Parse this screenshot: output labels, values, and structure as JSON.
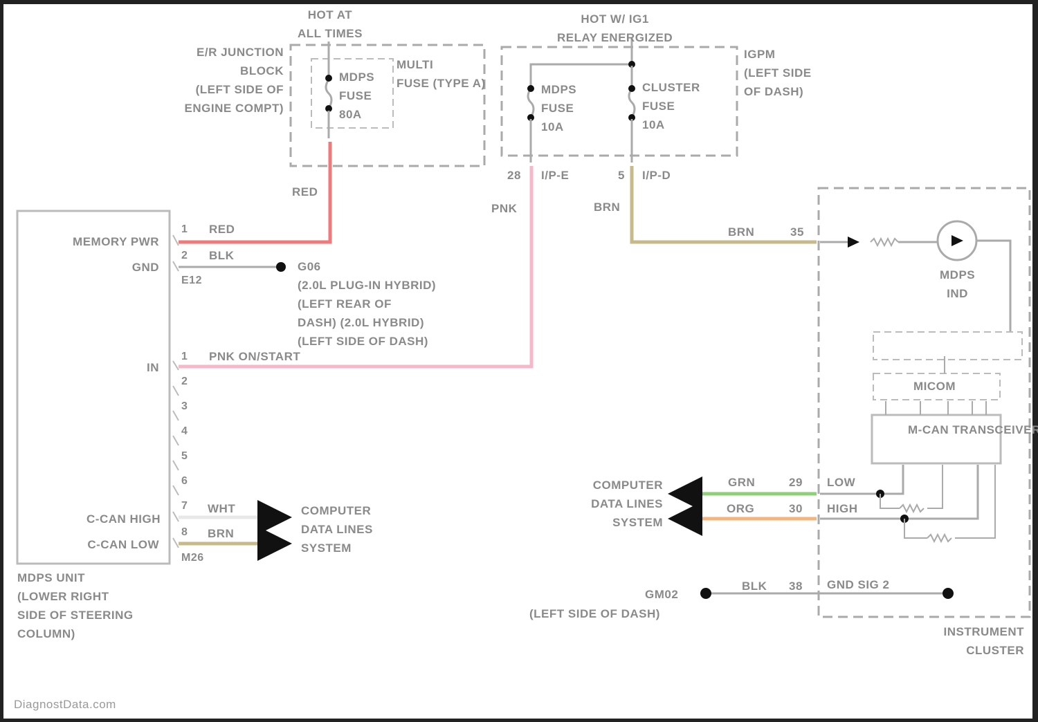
{
  "diagram": {
    "title_hot_at_all_times": "HOT AT\nALL TIMES",
    "title_hot_relay": "HOT W/ IG1\nRELAY ENERGIZED",
    "er_junction": "E/R JUNCTION\nBLOCK\n(LEFT SIDE OF\nENGINE COMPT)",
    "multi_fuse": "MULTI\nFUSE (TYPE A)",
    "mdps_fuse_80a": "MDPS\nFUSE\n80A",
    "mdps_fuse_10a": "MDPS\nFUSE\n10A",
    "cluster_fuse_10a": "CLUSTER\nFUSE\n10A",
    "igpm": "IGPM\n(LEFT SIDE\nOF DASH)",
    "conn_ip_e_pin": "28",
    "conn_ip_e": "I/P-E",
    "conn_ip_d_pin": "5",
    "conn_ip_d": "I/P-D",
    "wire_red_top": "RED",
    "wire_pnk_vertical": "PNK",
    "wire_brn_vertical": "BRN",
    "mdps_unit": {
      "pins": [
        {
          "num": "1",
          "label": "MEMORY PWR",
          "wire": "RED"
        },
        {
          "num": "2",
          "label": "GND",
          "wire": "BLK"
        },
        {
          "num": "1",
          "label": "IN",
          "wire": "PNK ON/START"
        },
        {
          "num": "2"
        },
        {
          "num": "3"
        },
        {
          "num": "4"
        },
        {
          "num": "5"
        },
        {
          "num": "6"
        },
        {
          "num": "7",
          "label": "C-CAN HIGH",
          "wire": "WHT"
        },
        {
          "num": "8",
          "label": "C-CAN LOW",
          "wire": "BRN"
        }
      ],
      "conn_e12": "E12",
      "conn_m26": "M26",
      "name": "MDPS UNIT\n(LOWER RIGHT\nSIDE OF STEERING\nCOLUMN)"
    },
    "ground_g06": "G06",
    "ground_g06_desc": "(2.0L PLUG-IN HYBRID)\n(LEFT REAR OF\nDASH) (2.0L HYBRID)\n(LEFT SIDE OF DASH)",
    "computer_data_lines_left": "COMPUTER\nDATA LINES\nSYSTEM",
    "computer_data_lines_right": "COMPUTER\nDATA LINES\nSYSTEM",
    "cluster": {
      "brn_wire": "BRN",
      "brn_pin": "35",
      "mdps_ind": "MDPS\nIND",
      "micom": "MICOM",
      "mcan_transceiver": "M-CAN TRANSCEIVER",
      "grn_wire": "GRN",
      "grn_pin": "29",
      "low_label": "LOW",
      "org_wire": "ORG",
      "org_pin": "30",
      "high_label": "HIGH",
      "blk_wire": "BLK",
      "blk_pin": "38",
      "gnd_label": "GND SIG 2",
      "ground_gm02": "GM02",
      "ground_gm02_desc": "(LEFT SIDE OF DASH)",
      "name": "INSTRUMENT\nCLUSTER"
    },
    "watermark": "DiagnostData.com",
    "colors": {
      "red": "#f07a7a",
      "pink": "#f4b8c8",
      "brown": "#c8b98a",
      "green": "#8ed07a",
      "orange": "#f5b47c",
      "gray_line": "#b8b8b8",
      "text": "#8a8a8a"
    }
  }
}
